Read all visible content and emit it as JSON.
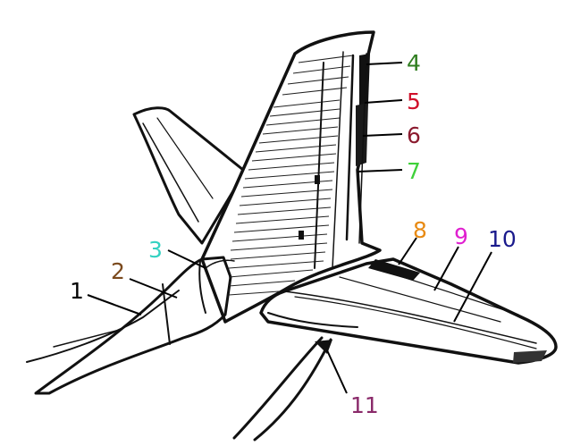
{
  "callouts": [
    {
      "id": "1",
      "text": "1",
      "color": "#000000"
    },
    {
      "id": "2",
      "text": "2",
      "color": "#7b4a1e"
    },
    {
      "id": "3",
      "text": "3",
      "color": "#33d1c1"
    },
    {
      "id": "4",
      "text": "4",
      "color": "#2f7d1f"
    },
    {
      "id": "5",
      "text": "5",
      "color": "#d0102a"
    },
    {
      "id": "6",
      "text": "6",
      "color": "#8b1a2e"
    },
    {
      "id": "7",
      "text": "7",
      "color": "#3fd13a"
    },
    {
      "id": "8",
      "text": "8",
      "color": "#e88a12"
    },
    {
      "id": "9",
      "text": "9",
      "color": "#e020d0"
    },
    {
      "id": "10",
      "text": "10",
      "color": "#1a1a8c"
    },
    {
      "id": "11",
      "text": "11",
      "color": "#8a2a6a"
    }
  ]
}
